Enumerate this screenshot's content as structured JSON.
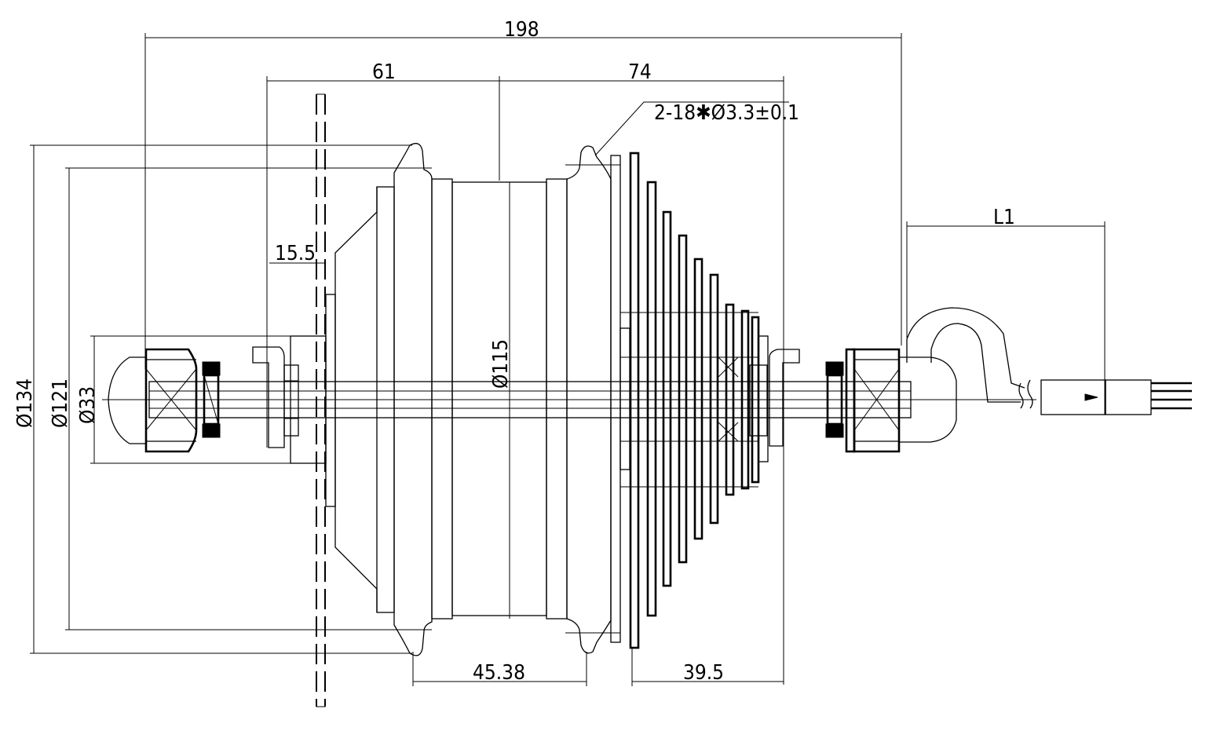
{
  "drawing": {
    "dimensions": {
      "overall_length": "198",
      "left_flange_to_center": "61",
      "center_to_right_end": "74",
      "spoke_holes": "2-18✱Ø3.3±0.1",
      "dropout_offset": "15.5",
      "flange_spacing": "45.38",
      "cassette_width": "39.5",
      "cable_length": "L1",
      "outer_diameter": "Ø134",
      "flange_diameter": "Ø121",
      "axle_diameter": "Ø33",
      "shell_diameter": "Ø115"
    }
  }
}
